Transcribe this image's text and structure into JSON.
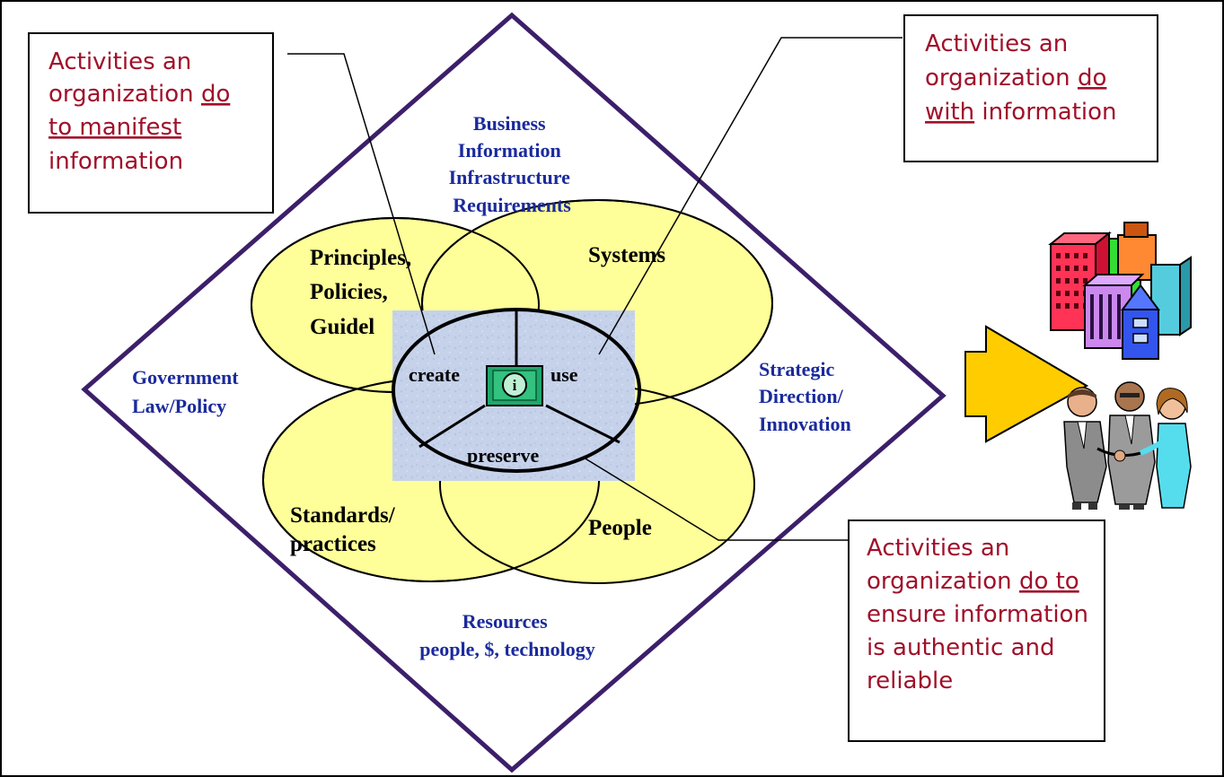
{
  "callouts": {
    "manifest": {
      "line1": "Activities an",
      "line2_pre": "organization ",
      "line2_u": "do",
      "line3_u": "to manifest",
      "line4": "information"
    },
    "with": {
      "line1": "Activities an",
      "line2_pre": "organization ",
      "line2_u": "do",
      "line3_u": "with",
      "line3_post": " information"
    },
    "ensure": {
      "line1": "Activities an",
      "line2_pre": "organization ",
      "line2_u": "do to",
      "line3": "ensure information",
      "line4": "is authentic and",
      "line5": "reliable"
    }
  },
  "diamond_labels": {
    "top": [
      "Business",
      "Information",
      "Infrastructure",
      "Requirements"
    ],
    "left": [
      "Government",
      "Law/Policy"
    ],
    "right": [
      "Strategic",
      "Direction/",
      "Innovation"
    ],
    "bottom": [
      "Resources",
      "people, $, technology"
    ]
  },
  "petals": {
    "principles": [
      "Principles,",
      "Policies,",
      "Guidel"
    ],
    "systems": "Systems",
    "standards": [
      "Standards/",
      "practices"
    ],
    "people": "People"
  },
  "core": {
    "create": "create",
    "use": "use",
    "preserve": "preserve",
    "info_glyph": "i"
  },
  "icons": [
    "information-icon",
    "office-buildings-icon",
    "business-people-handshake-icon",
    "arrow-right-icon"
  ],
  "colors": {
    "diamond": "#3c1f6a",
    "petal_fill": "#ffff99",
    "label_blue": "#1a2a9c",
    "callout_red": "#a0102a",
    "arrow_fill": "#ffcc00",
    "core_bg": "#c7d3ea",
    "info_green": "#1fa86b"
  }
}
